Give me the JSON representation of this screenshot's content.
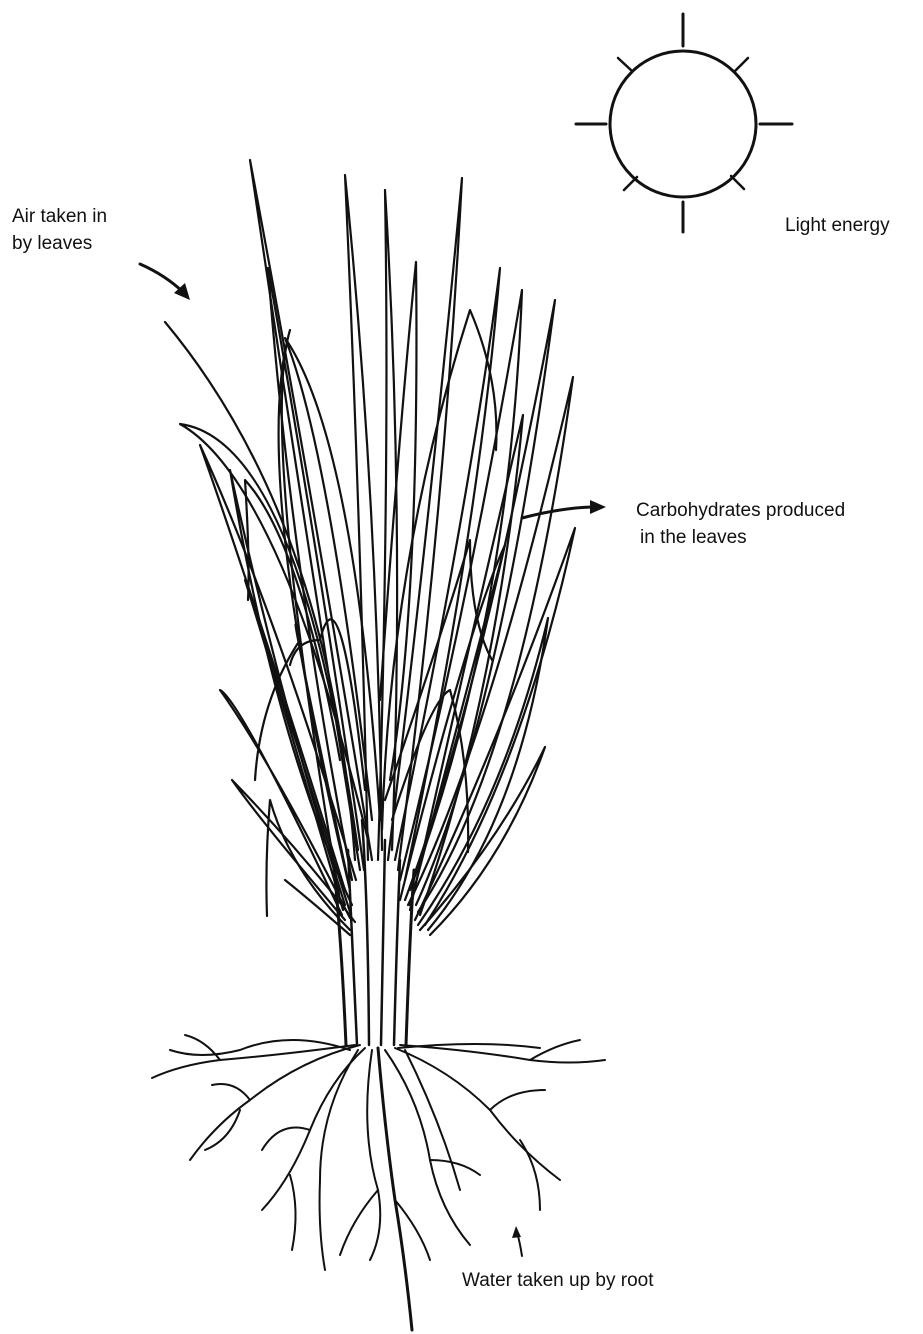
{
  "labels": {
    "air": [
      "Air taken in",
      "by leaves"
    ],
    "light": "Light energy",
    "carbohydrates": [
      "Carbohydrates produced",
      "in the leaves"
    ],
    "water": "Water taken up by root"
  },
  "colors": {
    "ink": "#111111",
    "background": "#ffffff"
  },
  "icons": {
    "sun": "sun-icon"
  }
}
